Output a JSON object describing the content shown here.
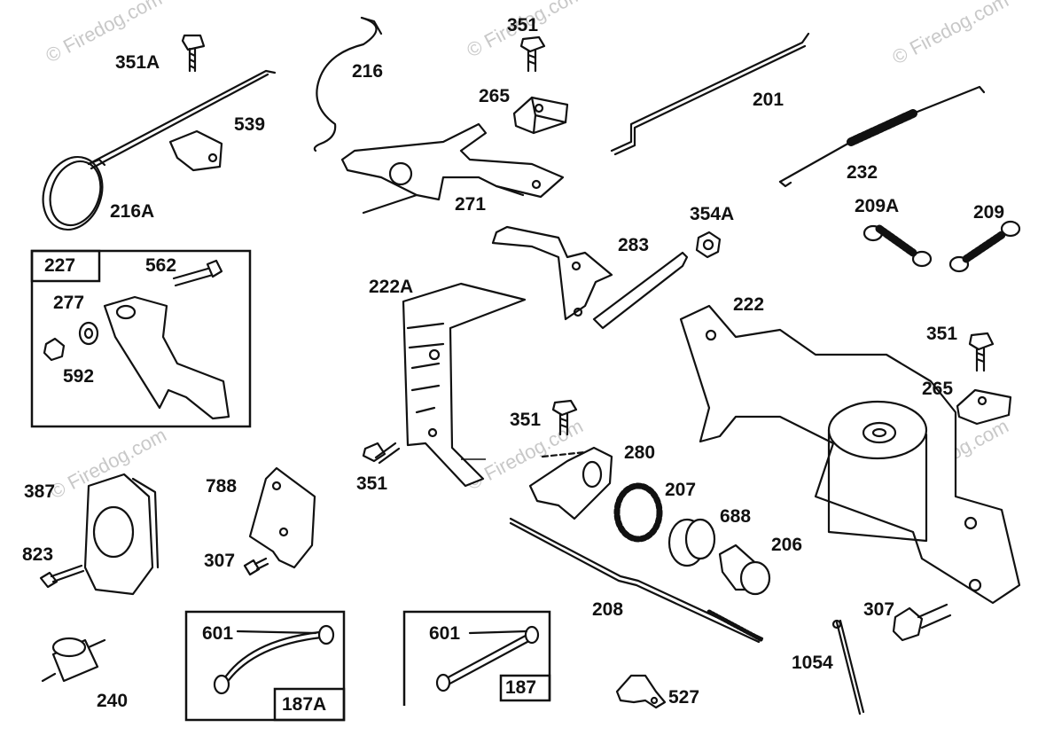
{
  "diagram": {
    "watermark": "© Firedog.com",
    "labels": {
      "l351A": "351A",
      "l216": "216",
      "l351_top": "351",
      "l265_top": "265",
      "l201": "201",
      "l539": "539",
      "l216A": "216A",
      "l271": "271",
      "l232": "232",
      "l209A": "209A",
      "l209": "209",
      "l354A": "354A",
      "l283": "283",
      "l227": "227",
      "l562": "562",
      "l277": "277",
      "l592": "592",
      "l222A": "222A",
      "l222": "222",
      "l351_right": "351",
      "l265_right": "265",
      "l351_mid": "351",
      "l280": "280",
      "l207": "207",
      "l688": "688",
      "l206": "206",
      "l351_left": "351",
      "l387": "387",
      "l788": "788",
      "l823": "823",
      "l307_left": "307",
      "l208": "208",
      "l307_right": "307",
      "l1054": "1054",
      "l601_a": "601",
      "l187A": "187A",
      "l601_b": "601",
      "l187": "187",
      "l527": "527",
      "l240": "240"
    }
  }
}
